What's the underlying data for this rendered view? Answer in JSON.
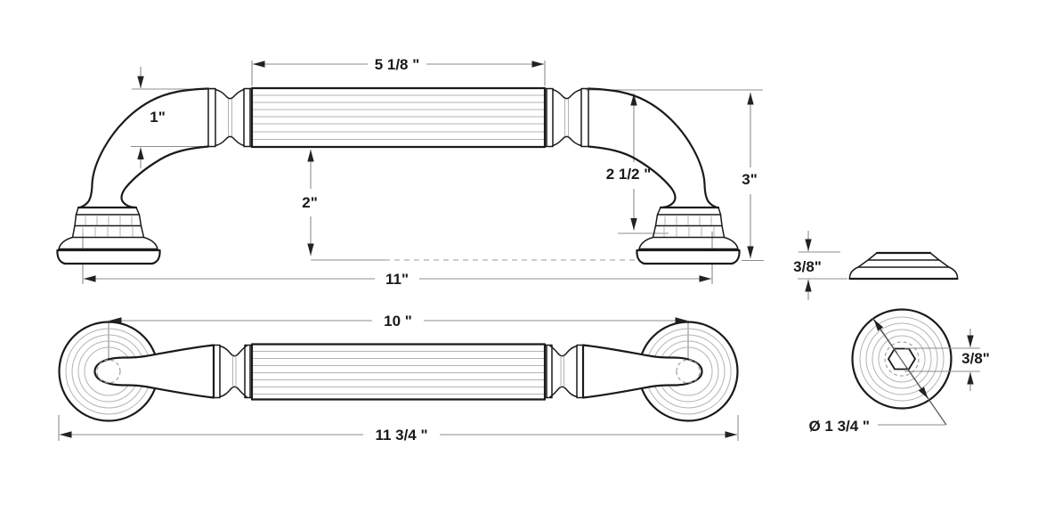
{
  "drawing": {
    "subject": "cabinet pull handle technical drawing",
    "colors": {
      "line": "#1a1a1a",
      "dimension": "#8c8c8c",
      "light_detail": "#b3b3b3",
      "background": "#ffffff"
    },
    "dimensions": {
      "side_view": {
        "grip_length": "5 1/8 \"",
        "bar_diameter": "1\"",
        "base_clearance": "2\"",
        "projection": "2 1/2 \"",
        "overall_height": "3\"",
        "mount_span": "11\""
      },
      "top_view": {
        "center_to_center": "10 \"",
        "overall_length": "11 3/4 \""
      },
      "rosette_side_view": {
        "height": "3/8\""
      },
      "rosette_front_view": {
        "hex_socket": "3/8\"",
        "diameter": "Ø 1 3/4 \""
      }
    }
  }
}
